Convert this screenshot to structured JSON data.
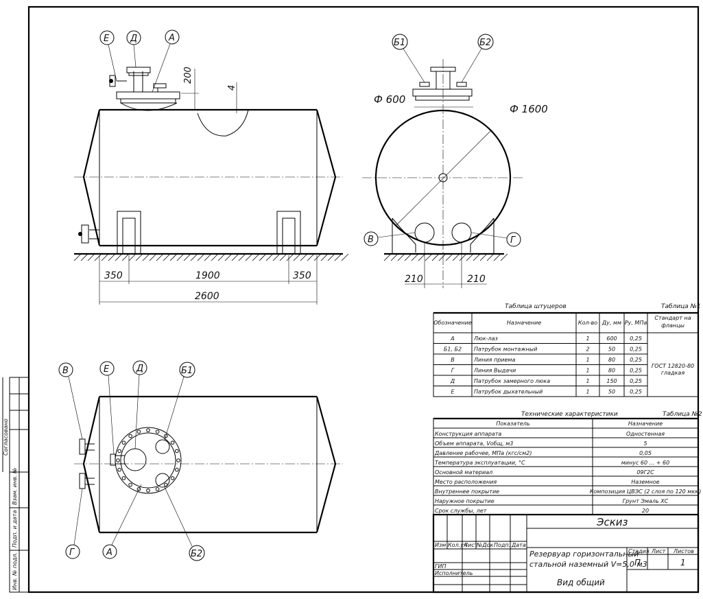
{
  "dimensions": {
    "height_nozzle": "200",
    "thickness": "4",
    "support_left": "350",
    "support_span": "1900",
    "support_right": "350",
    "total_length": "2600",
    "manhole_dia": "Ф 600",
    "shell_dia": "Ф 1600",
    "offset_left": "210",
    "offset_right": "210"
  },
  "callouts": {
    "E": "Е",
    "D": "Д",
    "A": "А",
    "B1": "Б1",
    "B2": "Б2",
    "V": "В",
    "G": "Г"
  },
  "table1": {
    "title": "Таблица штуцеров",
    "number": "Таблица №1",
    "headers": [
      "Обозначение",
      "Назначение",
      "Кол-во",
      "Ду, мм",
      "Ру, МПа",
      "Стандарт на фланцы"
    ],
    "rows": [
      [
        "А",
        "Люк-лаз",
        "1",
        "600",
        "0,25"
      ],
      [
        "Б1, Б2",
        "Патрубок монтажный",
        "2",
        "50",
        "0,25"
      ],
      [
        "В",
        "Линия приема",
        "1",
        "80",
        "0,25"
      ],
      [
        "Г",
        "Линия Выдачи",
        "1",
        "80",
        "0,25"
      ],
      [
        "Д",
        "Патрубок замерного люка",
        "1",
        "150",
        "0,25"
      ],
      [
        "Е",
        "Патрубок дыхательный",
        "1",
        "50",
        "0,25"
      ]
    ],
    "standard": [
      "ГОСТ 12820-80",
      "гладкая"
    ]
  },
  "table2": {
    "title": "Технические характеристики",
    "number": "Таблица №2",
    "headers": [
      "Показатель",
      "Назначение"
    ],
    "rows": [
      [
        "Конструкция аппарата",
        "Одностенная"
      ],
      [
        "Объем аппарата, Vобщ, м3",
        "5"
      ],
      [
        "Давление рабочее, МПа (кгс/см2)",
        "0,05"
      ],
      [
        "Температура эксплуатации, °С",
        "минус 60 ... + 60"
      ],
      [
        "Основной материал",
        "09Г2С"
      ],
      [
        "Место расположения",
        "Наземное"
      ],
      [
        "Внутреннее покрытие",
        "Композиция ЦВЭС (2 слоя по 120 мкм)"
      ],
      [
        "Наружное покрытие",
        "Грунт Эмаль ХС"
      ],
      [
        "Срок службы, лет",
        "20"
      ]
    ]
  },
  "titleblock": {
    "doc": "Эскиз",
    "cols": [
      "Изм",
      "Кол.уч",
      "Лист",
      "№Док",
      "Подп.",
      "Дата"
    ],
    "gip": "ГИП",
    "executor": "Исполнитель",
    "name_line1": "Резервуар горизонтальный",
    "name_line2": "стальной наземный V=5,0 м3",
    "view": "Вид общий",
    "stage_label": "Стадия",
    "sheet_label": "Лист",
    "sheets_label": "Листов",
    "stage": "П",
    "sheet": "",
    "sheets": "1"
  },
  "side_stamp": [
    "Согласовано",
    "Взам. инв. №",
    "Подп. и дата",
    "Инв. № подл."
  ]
}
